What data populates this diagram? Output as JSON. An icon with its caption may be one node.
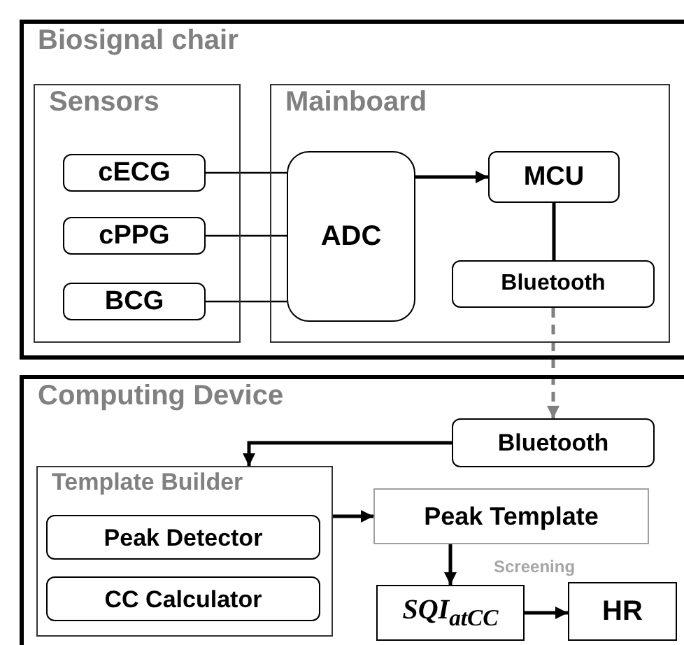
{
  "diagram": {
    "nodes": [
      {
        "text": [
          "Biosignal chair"
        ]
      },
      {
        "text": [
          "Sensors"
        ],
        "in": 0
      },
      {
        "text": [
          "cECG"
        ],
        "in": 1
      },
      {
        "text": [
          "cPPG"
        ],
        "in": 1
      },
      {
        "text": [
          "BCG"
        ],
        "in": 1
      },
      {
        "text": [
          "Mainboard"
        ],
        "in": 0
      },
      {
        "text": [
          "ADC"
        ],
        "in": 5
      },
      {
        "text": [
          "MCU"
        ],
        "in": 5
      },
      {
        "text": [
          "Bluetooth"
        ],
        "in": 5
      },
      {
        "text": [
          "Computing Device"
        ]
      },
      {
        "text": [
          "Bluetooth"
        ],
        "in": 9
      },
      {
        "text": [
          "Template Builder"
        ],
        "in": 9
      },
      {
        "text": [
          "Peak Detector"
        ],
        "in": 11
      },
      {
        "text": [
          "CC Calculator"
        ],
        "in": 11
      },
      {
        "text": [
          "Peak Template"
        ],
        "in": 9
      },
      {
        "text": [
          "SQI$_{atCC}$"
        ],
        "in": 9
      },
      {
        "text": [
          "HR"
        ],
        "in": 9
      }
    ],
    "edges": [
      {
        "from": 2,
        "to": 6,
        "arrow": "none"
      },
      {
        "from": 3,
        "to": 6,
        "arrow": "none"
      },
      {
        "from": 4,
        "to": 6,
        "arrow": "none"
      },
      {
        "from": 6,
        "to": 7,
        "arrow": "to"
      },
      {
        "from": 7,
        "to": 8,
        "arrow": "none"
      },
      {
        "from": 8,
        "to": 10,
        "arrow": "to",
        "style": "dashed",
        "color": "#808080"
      },
      {
        "from": 10,
        "to": 11,
        "arrow": "to"
      },
      {
        "from": 11,
        "to": 14,
        "arrow": "to"
      },
      {
        "from": 14,
        "to": 15,
        "arrow": "to"
      },
      {
        "from": 15,
        "to": 16,
        "arrow": "to"
      }
    ],
    "labels": [
      "Screening"
    ]
  }
}
